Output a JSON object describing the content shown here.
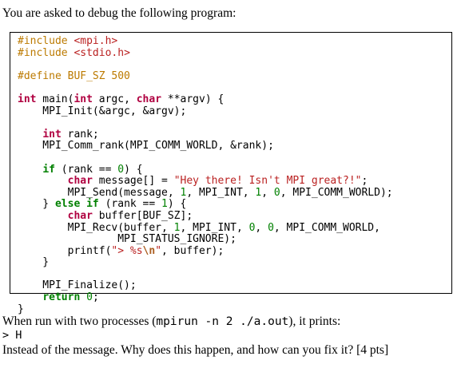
{
  "intro": "You are asked to debug the following program:",
  "code_lines": [
    [
      {
        "c": "pre",
        "t": "#include "
      },
      {
        "c": "inc",
        "t": "<mpi.h>"
      }
    ],
    [
      {
        "c": "pre",
        "t": "#include "
      },
      {
        "c": "inc",
        "t": "<stdio.h>"
      }
    ],
    [],
    [
      {
        "c": "pre",
        "t": "#define BUF_SZ 500"
      }
    ],
    [],
    [
      {
        "c": "ty",
        "t": "int"
      },
      {
        "c": "id",
        "t": " main("
      },
      {
        "c": "ty",
        "t": "int"
      },
      {
        "c": "id",
        "t": " argc, "
      },
      {
        "c": "ty",
        "t": "char"
      },
      {
        "c": "id",
        "t": " **argv) {"
      }
    ],
    [
      {
        "c": "id",
        "t": "    MPI_Init(&argc, &argv);"
      }
    ],
    [],
    [
      {
        "c": "id",
        "t": "    "
      },
      {
        "c": "ty",
        "t": "int"
      },
      {
        "c": "id",
        "t": " rank;"
      }
    ],
    [
      {
        "c": "id",
        "t": "    MPI_Comm_rank(MPI_COMM_WORLD, &rank);"
      }
    ],
    [],
    [
      {
        "c": "id",
        "t": "    "
      },
      {
        "c": "kw",
        "t": "if"
      },
      {
        "c": "id",
        "t": " (rank == "
      },
      {
        "c": "num",
        "t": "0"
      },
      {
        "c": "id",
        "t": ") {"
      }
    ],
    [
      {
        "c": "id",
        "t": "        "
      },
      {
        "c": "ty",
        "t": "char"
      },
      {
        "c": "id",
        "t": " message[] = "
      },
      {
        "c": "str",
        "t": "\"Hey there! Isn't MPI great?!\""
      },
      {
        "c": "id",
        "t": ";"
      }
    ],
    [
      {
        "c": "id",
        "t": "        MPI_Send(message, "
      },
      {
        "c": "num",
        "t": "1"
      },
      {
        "c": "id",
        "t": ", MPI_INT, "
      },
      {
        "c": "num",
        "t": "1"
      },
      {
        "c": "id",
        "t": ", "
      },
      {
        "c": "num",
        "t": "0"
      },
      {
        "c": "id",
        "t": ", MPI_COMM_WORLD);"
      }
    ],
    [
      {
        "c": "id",
        "t": "    } "
      },
      {
        "c": "kw",
        "t": "else if"
      },
      {
        "c": "id",
        "t": " (rank == "
      },
      {
        "c": "num",
        "t": "1"
      },
      {
        "c": "id",
        "t": ") {"
      }
    ],
    [
      {
        "c": "id",
        "t": "        "
      },
      {
        "c": "ty",
        "t": "char"
      },
      {
        "c": "id",
        "t": " buffer[BUF_SZ];"
      }
    ],
    [
      {
        "c": "id",
        "t": "        MPI_Recv(buffer, "
      },
      {
        "c": "num",
        "t": "1"
      },
      {
        "c": "id",
        "t": ", MPI_INT, "
      },
      {
        "c": "num",
        "t": "0"
      },
      {
        "c": "id",
        "t": ", "
      },
      {
        "c": "num",
        "t": "0"
      },
      {
        "c": "id",
        "t": ", MPI_COMM_WORLD,"
      }
    ],
    [
      {
        "c": "id",
        "t": "                MPI_STATUS_IGNORE);"
      }
    ],
    [
      {
        "c": "id",
        "t": "        printf("
      },
      {
        "c": "str",
        "t": "\"> %s"
      },
      {
        "c": "esc",
        "t": "\\n"
      },
      {
        "c": "str",
        "t": "\""
      },
      {
        "c": "id",
        "t": ", buffer);"
      }
    ],
    [
      {
        "c": "id",
        "t": "    }"
      }
    ],
    [],
    [
      {
        "c": "id",
        "t": "    MPI_Finalize();"
      }
    ],
    [
      {
        "c": "id",
        "t": "    "
      },
      {
        "c": "kw",
        "t": "return"
      },
      {
        "c": "id",
        "t": " "
      },
      {
        "c": "num",
        "t": "0"
      },
      {
        "c": "id",
        "t": ";"
      }
    ],
    [
      {
        "c": "id",
        "t": "}"
      }
    ]
  ],
  "run_prefix": "When run with two processes (",
  "run_command": "mpirun -n 2 ./a.out",
  "run_suffix": "), it prints:",
  "output": "> H",
  "question": "Instead of the message. Why does this happen, and how can you fix it? [4 pts]"
}
